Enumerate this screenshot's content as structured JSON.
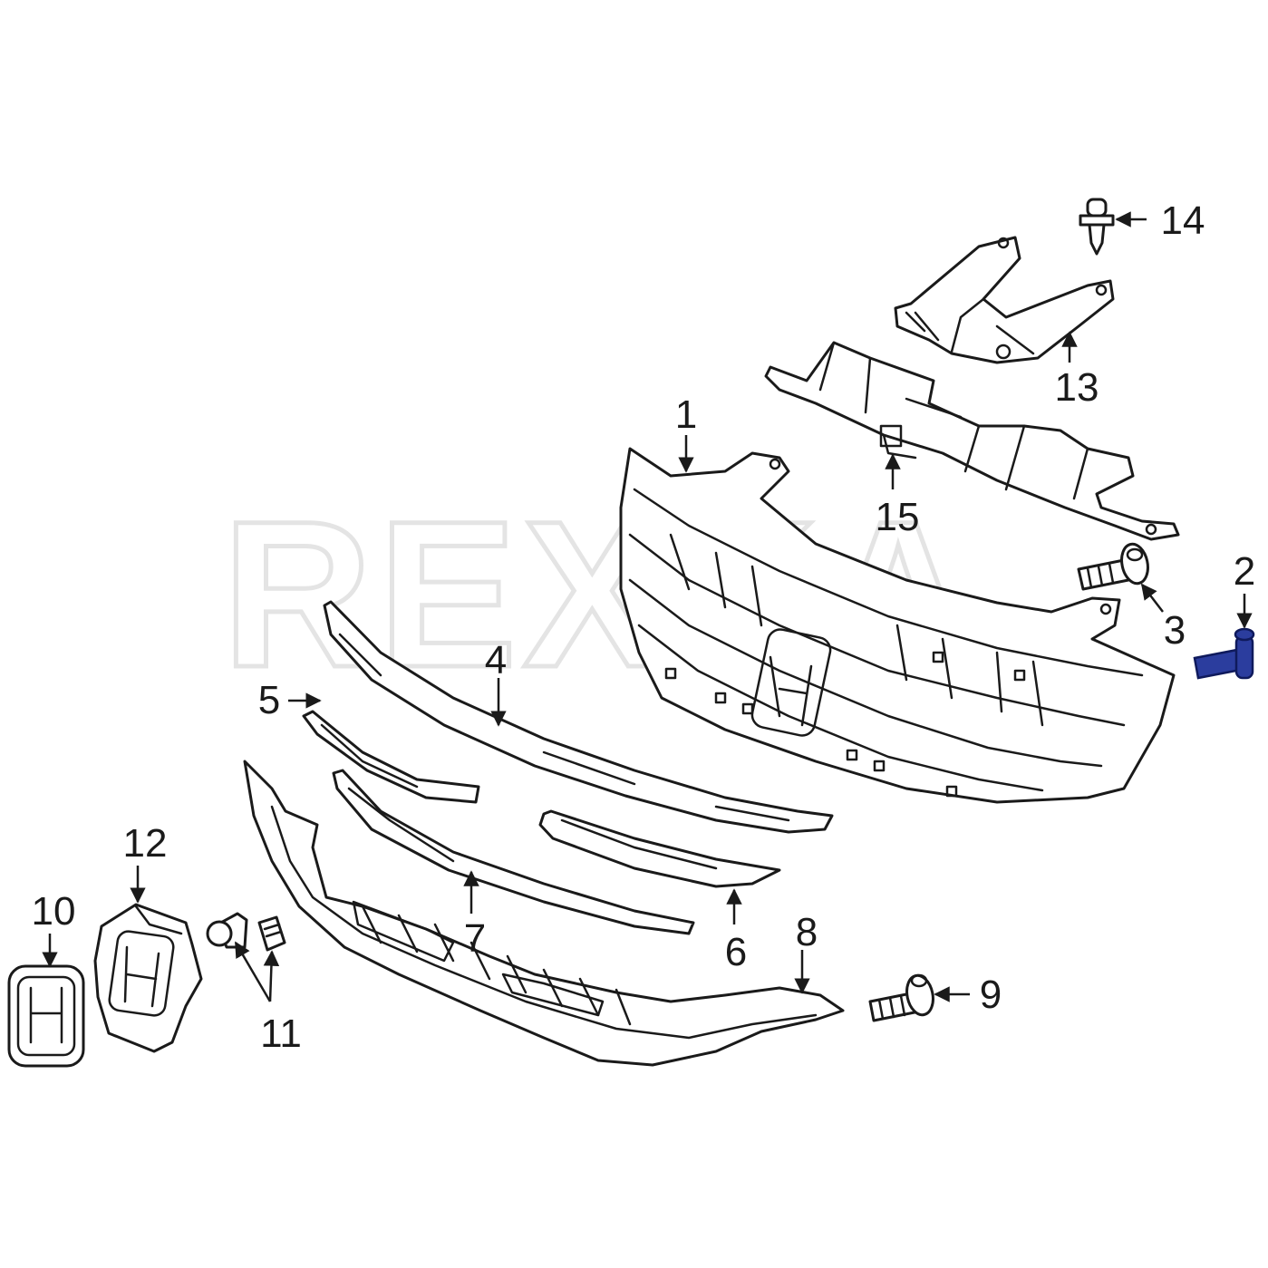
{
  "watermark": "REXKA",
  "highlight_color": "#2b3d9e",
  "callouts": {
    "c1": "1",
    "c2": "2",
    "c3": "3",
    "c4": "4",
    "c5": "5",
    "c6": "6",
    "c7": "7",
    "c8": "8",
    "c9": "9",
    "c10": "10",
    "c11": "11",
    "c12": "12",
    "c13": "13",
    "c14": "14",
    "c15": "15"
  }
}
